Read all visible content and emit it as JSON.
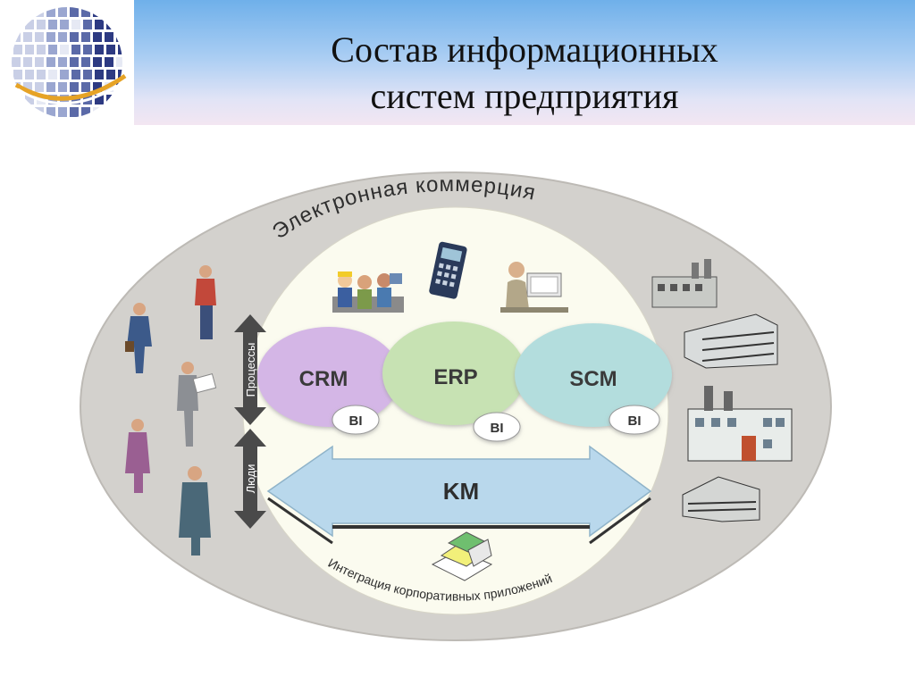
{
  "title": {
    "line1": "Состав информационных",
    "line2": "систем предприятия"
  },
  "diagram": {
    "outer_ring_label": "Электронная коммерция",
    "bottom_ring_label": "Интеграция корпоративных приложений",
    "systems": [
      {
        "label": "CRM",
        "badge": "BI",
        "color": "#d4b6e6"
      },
      {
        "label": "ERP",
        "badge": "BI",
        "color": "#c7e2b3"
      },
      {
        "label": "SCM",
        "badge": "BI",
        "color": "#b3dddd"
      }
    ],
    "vertical_arrows": [
      {
        "label": "Процессы"
      },
      {
        "label": "Люди"
      }
    ],
    "km_arrow": {
      "label": "KM",
      "color": "#b9d8ec"
    },
    "colors": {
      "outer_ring": "#d3d1cd",
      "inner_field": "#fbfbef",
      "arrow_dark": "#4a4a4a"
    },
    "icons": [
      "globe-logo-icon",
      "engineers-group-icon",
      "calculator-icon",
      "office-worker-icon",
      "businessman-icons",
      "factory-icons",
      "documents-icon"
    ]
  }
}
